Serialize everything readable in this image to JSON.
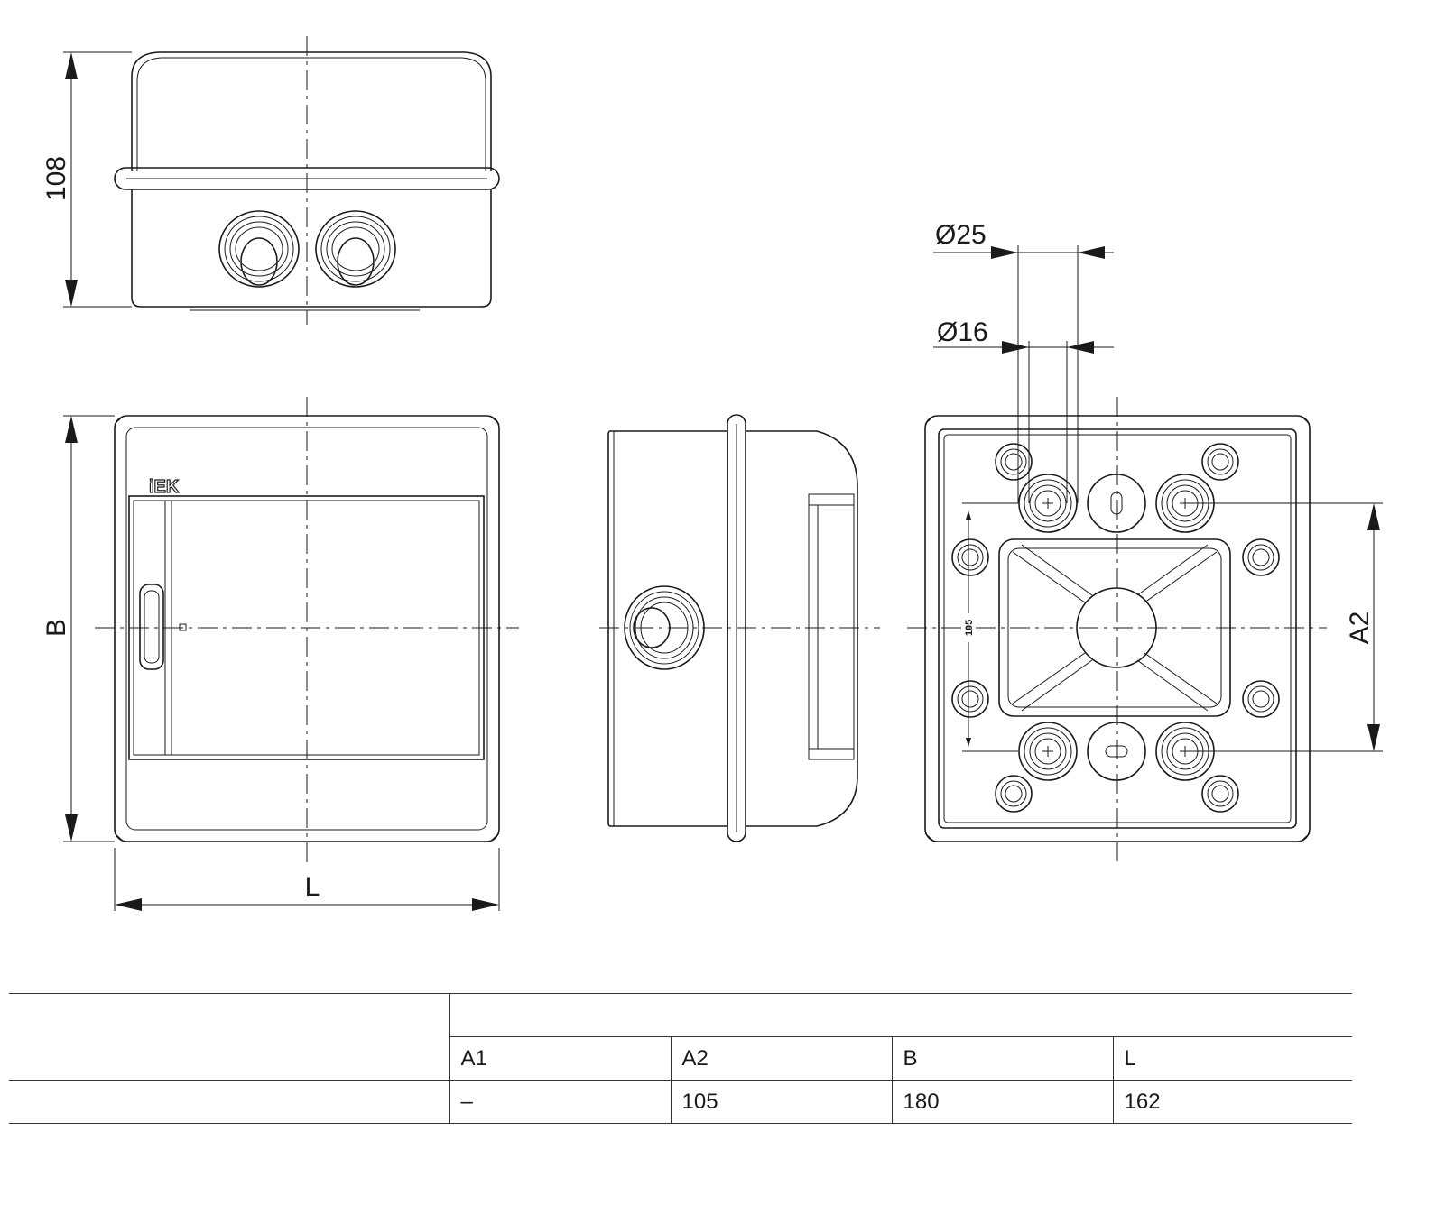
{
  "diagram": {
    "labels": {
      "height": "108",
      "width": "L",
      "depth": "B",
      "hole_spacing": "A2",
      "inner_spacing": "105",
      "large_hole": "Ø25",
      "small_hole": "Ø16",
      "brand": "iEK"
    }
  },
  "table": {
    "headers": [
      "A1",
      "A2",
      "B",
      "L"
    ],
    "values": [
      "–",
      "105",
      "180",
      "162"
    ]
  }
}
